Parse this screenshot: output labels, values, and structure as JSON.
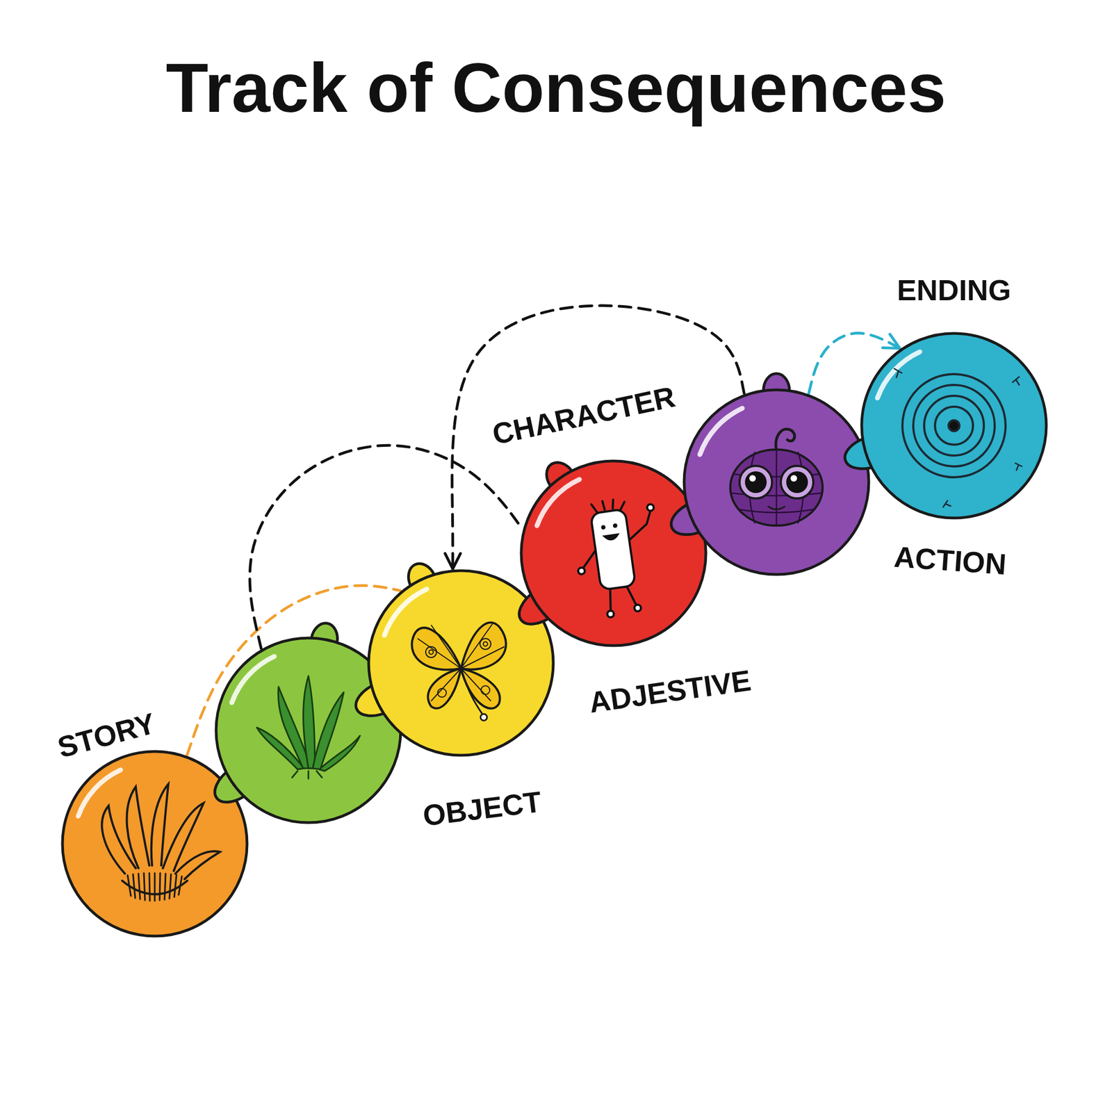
{
  "diagram": {
    "title": "Track of Consequences",
    "nodes": [
      {
        "text": [
          "STORY"
        ]
      },
      {
        "text": [
          "OBJECT"
        ]
      },
      {
        "text": [
          "ADJESTIVE"
        ]
      },
      {
        "text": [
          "CHARACTER"
        ]
      },
      {
        "text": [
          "ACTION"
        ]
      },
      {
        "text": [
          "ENDING"
        ]
      }
    ],
    "edges": [
      {
        "from": 0,
        "to": 2,
        "arrow": "none"
      },
      {
        "from": 1,
        "to": 3,
        "arrow": "none"
      },
      {
        "from": 4,
        "to": 2,
        "arrow": "to"
      },
      {
        "from": 4,
        "to": 5,
        "arrow": "to"
      }
    ]
  }
}
